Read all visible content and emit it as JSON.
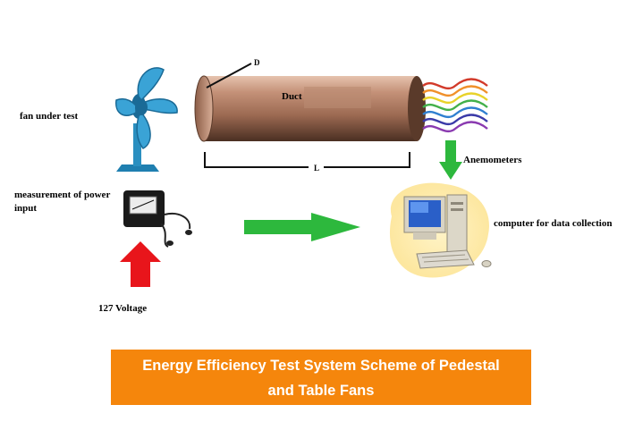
{
  "labels": {
    "fan": "fan under test",
    "power": "measurement of power input",
    "voltage": "127 Voltage",
    "anemometers": "Anemometers",
    "computer": "computer for data collection",
    "duct": "Duct",
    "diameter": "D",
    "length": "L"
  },
  "caption": {
    "line1": "Energy Efficiency Test System Scheme of Pedestal",
    "line2": "and Table Fans"
  },
  "colors": {
    "caption_bg": "#f5860c",
    "arrow_green": "#2db83d",
    "arrow_red": "#e8151b",
    "fan_blue": "#2a8fc0",
    "duct_brown": "#b07a5f"
  },
  "icons": {
    "fan": "pedestal-fan-icon",
    "meter": "power-meter-icon",
    "computer": "desktop-computer-icon",
    "anemometer": "air-flow-waves-icon"
  }
}
